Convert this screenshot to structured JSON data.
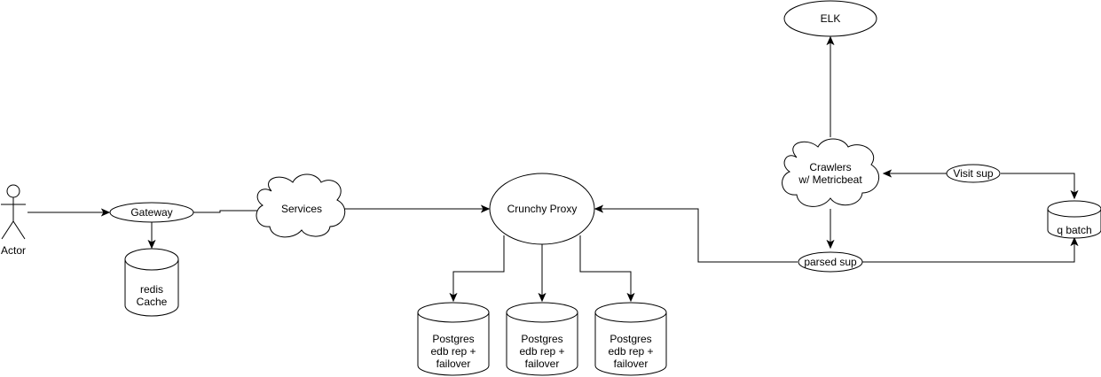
{
  "nodes": {
    "actor": "Actor",
    "gateway": "Gateway",
    "redis_line1": "redis",
    "redis_line2": "Cache",
    "services": "Services",
    "crunchy_proxy": "Crunchy Proxy",
    "postgres": [
      {
        "line1": "Postgres",
        "line2": "edb rep +",
        "line3": "failover"
      },
      {
        "line1": "Postgres",
        "line2": "edb rep +",
        "line3": "failover"
      },
      {
        "line1": "Postgres",
        "line2": "edb rep +",
        "line3": "failover"
      }
    ],
    "elk": "ELK",
    "crawlers_line1": "Crawlers",
    "crawlers_line2": "w/ Metricbeat",
    "visit_sup": "Visit sup",
    "parsed_sup": "parsed sup",
    "q_batch": "q batch"
  }
}
